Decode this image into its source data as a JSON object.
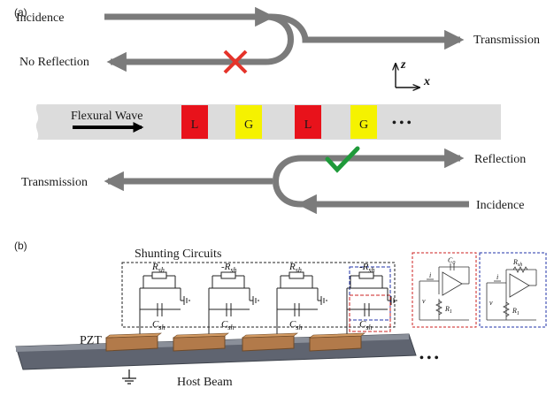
{
  "panel_a": {
    "tag": "(a)",
    "incidence_top": "Incidence",
    "no_reflection": "No Reflection",
    "transmission_top": "Transmission",
    "flexural_wave": "Flexural Wave",
    "cells": [
      "L",
      "G",
      "L",
      "G"
    ],
    "ellipsis": "• • •",
    "axis_z": "z",
    "axis_x": "x",
    "reflection": "Reflection",
    "transmission_bottom": "Transmission",
    "incidence_bottom": "Incidence",
    "colors": {
      "loss": "#e8121b",
      "gain": "#f5f200",
      "arrow": "#7b7b7b",
      "beam": "#dcdcdc",
      "cross": "#e5332a",
      "check": "#1f9a3a"
    }
  },
  "panel_b": {
    "tag": "(b)",
    "shunting_circuits": "Shunting Circuits",
    "circuits": [
      {
        "r": "R",
        "r_sub": "sh",
        "c": "C",
        "c_sub": "sh"
      },
      {
        "r": "-R",
        "r_sub": "sh",
        "c": "C",
        "c_sub": "sh"
      },
      {
        "r": "R",
        "r_sub": "sh",
        "c": "C",
        "c_sub": "sh"
      },
      {
        "r": "-R",
        "r_sub": "sh",
        "c": "C",
        "c_sub": "sh"
      }
    ],
    "pzt": "PZT",
    "host_beam": "Host Beam",
    "ellipsis": "• • •",
    "inset_red": {
      "c0": "C",
      "c0_sub": "0",
      "i": "i",
      "v": "v",
      "r1": "R",
      "r1_sub": "1"
    },
    "inset_blue": {
      "rsh": "R",
      "rsh_sub": "sh",
      "i": "i",
      "v": "v",
      "r1": "R",
      "r1_sub": "1"
    }
  }
}
